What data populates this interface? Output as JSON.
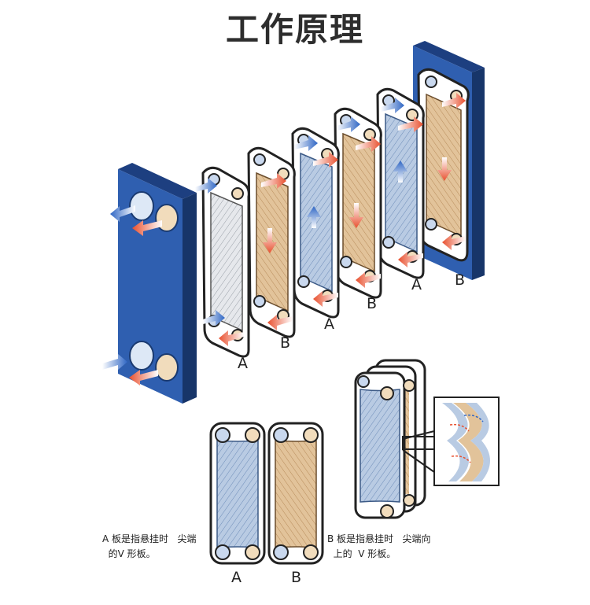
{
  "title": "工作原理",
  "plate_labels": {
    "row": [
      "A",
      "B",
      "A",
      "B",
      "A",
      "B"
    ],
    "detail": [
      "A",
      "B"
    ]
  },
  "notes": {
    "a_plate": "A 板是指悬挂时   尖端\n  的V 形板。",
    "b_plate": "B 板是指悬挂时   尖端向\n  上的  V 形板。"
  },
  "colors": {
    "frame_blue": "#2f5fb0",
    "cold_plate": "#b9cbe3",
    "hot_plate": "#e2c39a",
    "hot_arrow": "#e8502f",
    "cold_arrow": "#3a74c8"
  }
}
